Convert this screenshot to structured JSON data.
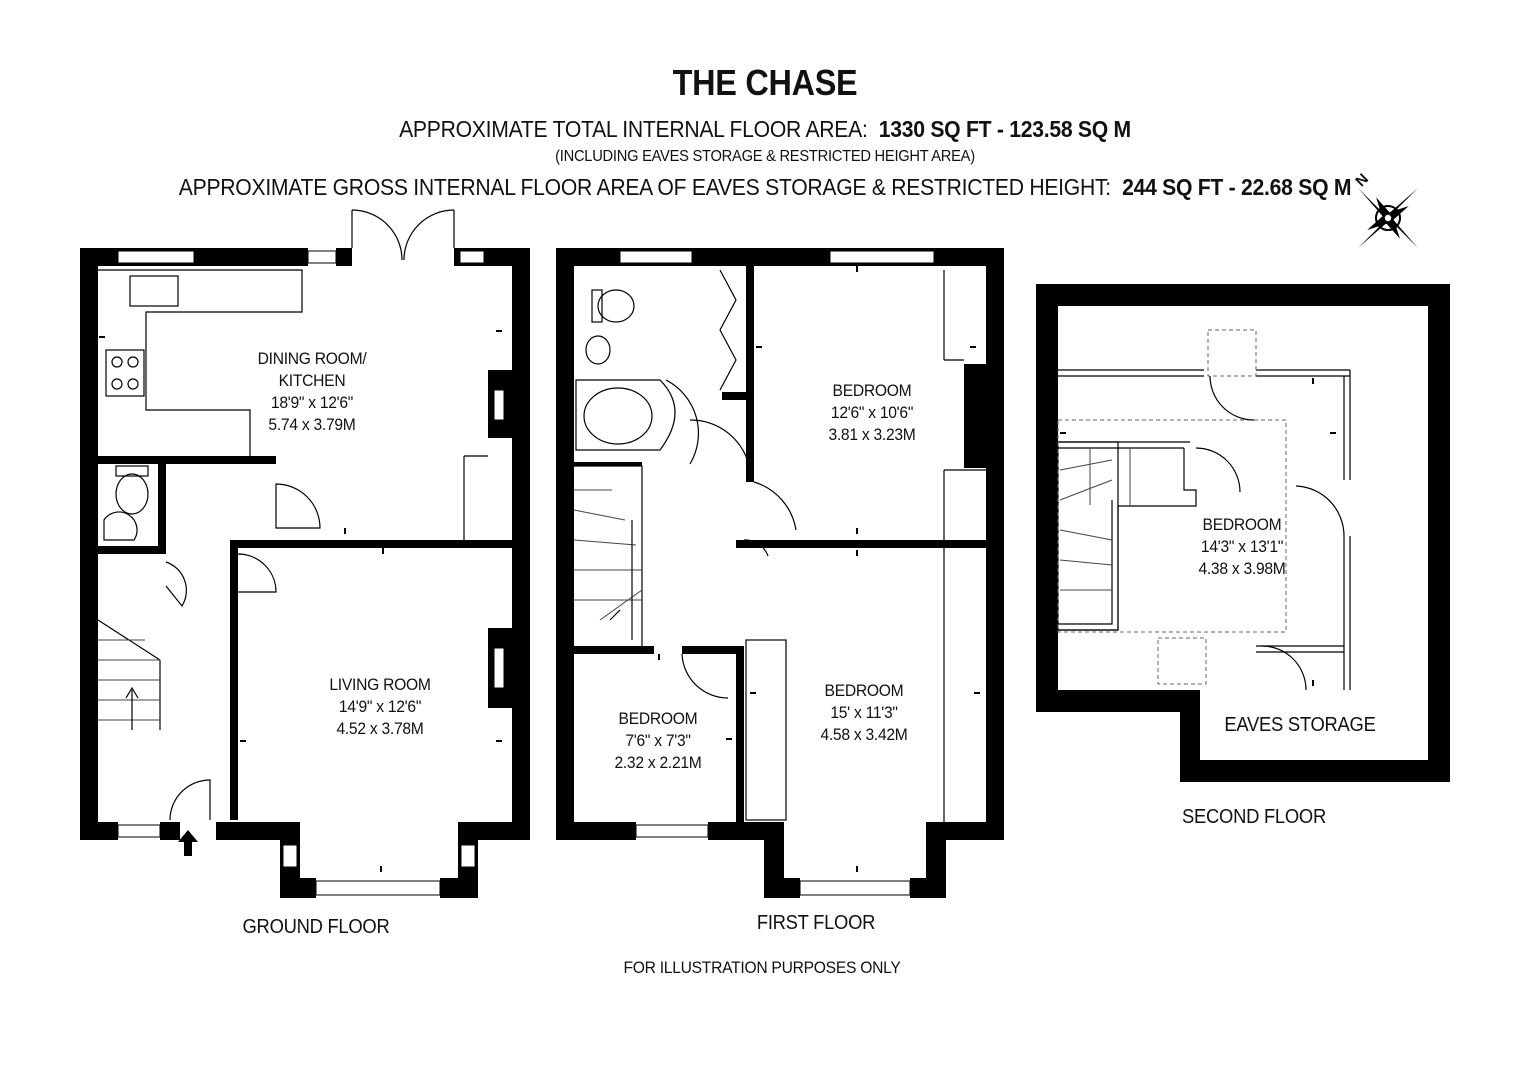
{
  "header": {
    "title": "THE CHASE",
    "total_area_label": "APPROXIMATE TOTAL INTERNAL FLOOR AREA:",
    "total_area_value": "1330 SQ FT  -  123.58 SQ M",
    "including_note": "(INCLUDING EAVES STORAGE & RESTRICTED HEIGHT AREA)",
    "eaves_area_label": "APPROXIMATE GROSS INTERNAL FLOOR AREA OF EAVES STORAGE & RESTRICTED HEIGHT:",
    "eaves_area_value": "244 SQ FT  -  22.68 SQ M"
  },
  "compass": {
    "label": "N"
  },
  "ground_floor": {
    "label": "GROUND FLOOR",
    "dining": {
      "name1": "DINING ROOM/",
      "name2": "KITCHEN",
      "imperial": "18'9\" x 12'6\"",
      "metric": "5.74 x 3.79M"
    },
    "living": {
      "name": "LIVING ROOM",
      "imperial": "14'9\" x 12'6\"",
      "metric": "4.52 x 3.78M"
    }
  },
  "first_floor": {
    "label": "FIRST FLOOR",
    "bed_rear": {
      "name": "BEDROOM",
      "imperial": "12'6\" x 10'6\"",
      "metric": "3.81 x 3.23M"
    },
    "bed_front": {
      "name": "BEDROOM",
      "imperial": "15' x 11'3\"",
      "metric": "4.58 x 3.42M"
    },
    "bed_small": {
      "name": "BEDROOM",
      "imperial": "7'6\" x 7'3\"",
      "metric": "2.32 x 2.21M"
    }
  },
  "second_floor": {
    "label": "SECOND FLOOR",
    "bed": {
      "name": "BEDROOM",
      "imperial": "14'3\" x 13'1\"",
      "metric": "4.38 x 3.98M"
    },
    "eaves": "EAVES STORAGE"
  },
  "footer": {
    "note": "FOR ILLUSTRATION PURPOSES ONLY"
  }
}
